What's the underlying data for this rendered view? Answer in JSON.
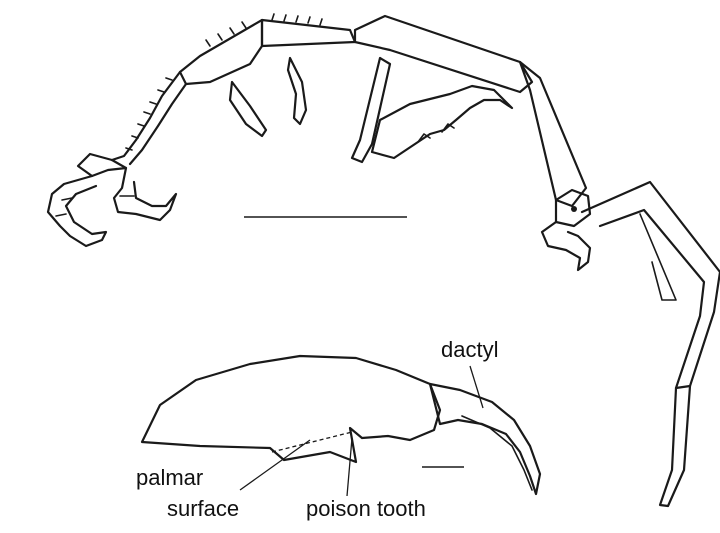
{
  "labels": {
    "dactyl": "dactyl",
    "palmar": "palmar",
    "surface": "surface",
    "poison_tooth": "poison tooth"
  },
  "colors": {
    "ink": "#1a1a1a",
    "background": "#ffffff"
  }
}
